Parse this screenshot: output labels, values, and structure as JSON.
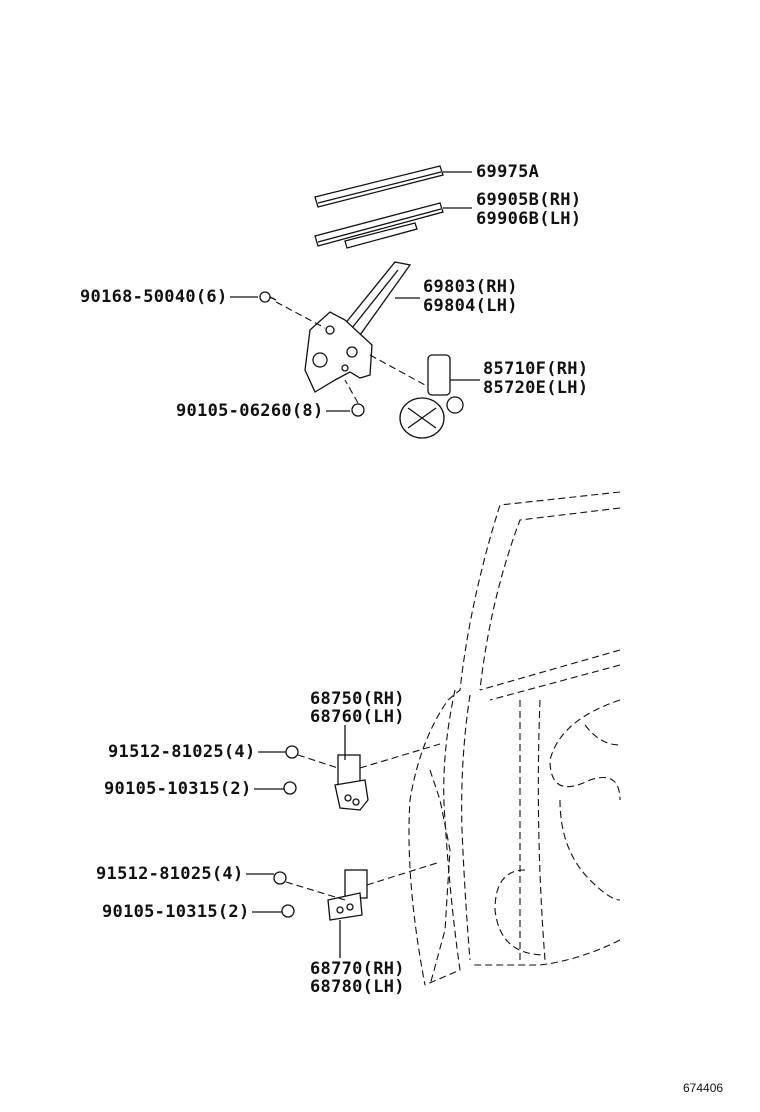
{
  "callouts": {
    "run_channel": "69975A",
    "belt_rh": "69905B(RH)",
    "belt_lh": "69906B(LH)",
    "regulator_rh": "69803(RH)",
    "regulator_lh": "69804(LH)",
    "bolt_top": "90168-50040(6)",
    "motor_rh": "85710F(RH)",
    "motor_lh": "85720E(LH)",
    "bolt_mid": "90105-06260(8)",
    "upper_hinge_rh": "68750(RH)",
    "upper_hinge_lh": "68760(LH)",
    "upper_bolt_a": "91512-81025(4)",
    "upper_bolt_b": "90105-10315(2)",
    "lower_bolt_a": "91512-81025(4)",
    "lower_bolt_b": "90105-10315(2)",
    "lower_hinge_rh": "68770(RH)",
    "lower_hinge_lh": "68780(LH)"
  },
  "figure_ref": "674406"
}
